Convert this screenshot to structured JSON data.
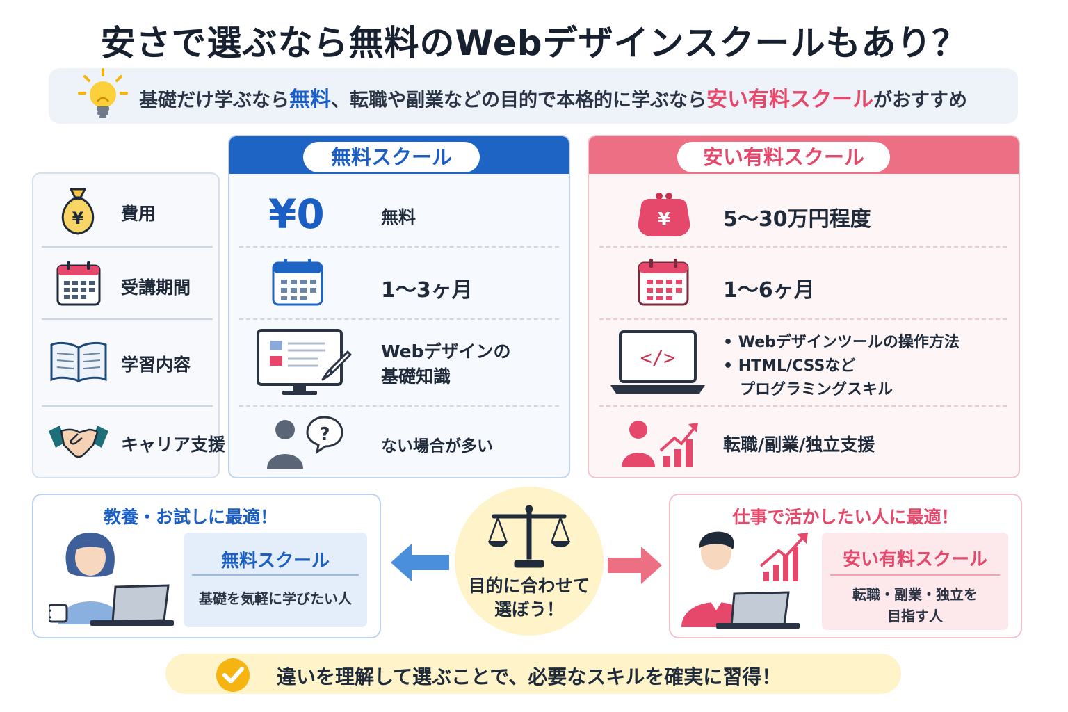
{
  "title": "安さで選ぶなら無料のWebデザインスクールもあり？",
  "tip": {
    "part1": "基礎だけ学ぶなら",
    "free": "無料",
    "part2": "、転職や副業などの目的で本格的に学ぶなら",
    "paid": "安い有料スクール",
    "part3": "がおすすめ"
  },
  "categories": [
    "費用",
    "受講期間",
    "学習内容",
    "キャリア支援"
  ],
  "free_school": {
    "header": "無料スクール",
    "price_big": "¥0",
    "cost": "無料",
    "period": "1～3ヶ月",
    "content_line1": "Webデザインの",
    "content_line2": "基礎知識",
    "career": "ない場合が多い"
  },
  "paid_school": {
    "header": "安い有料スクール",
    "cost": "5～30万円程度",
    "period": "1～6ヶ月",
    "content_item1": "• Webデザインツールの操作方法",
    "content_item2": "• HTML/CSSなど",
    "content_item2b": "プログラミングスキル",
    "career": "転職/副業/独立支援"
  },
  "bottom_left": {
    "title": "教養・お試しに最適！",
    "card_title": "無料スクール",
    "card_desc": "基礎を気軽に学びたい人"
  },
  "bottom_right": {
    "title": "仕事で活かしたい人に最適！",
    "card_title": "安い有料スクール",
    "card_desc1": "転職・副業・独立を",
    "card_desc2": "目指す人"
  },
  "center": {
    "line1": "目的に合わせて",
    "line2": "選ぼう！"
  },
  "footer": "違いを理解して選ぶことで、必要なスキルを確実に習得！",
  "colors": {
    "free_blue": "#1d64c4",
    "paid_pink": "#ec6f84",
    "accent_yellow": "#fff3c9"
  }
}
